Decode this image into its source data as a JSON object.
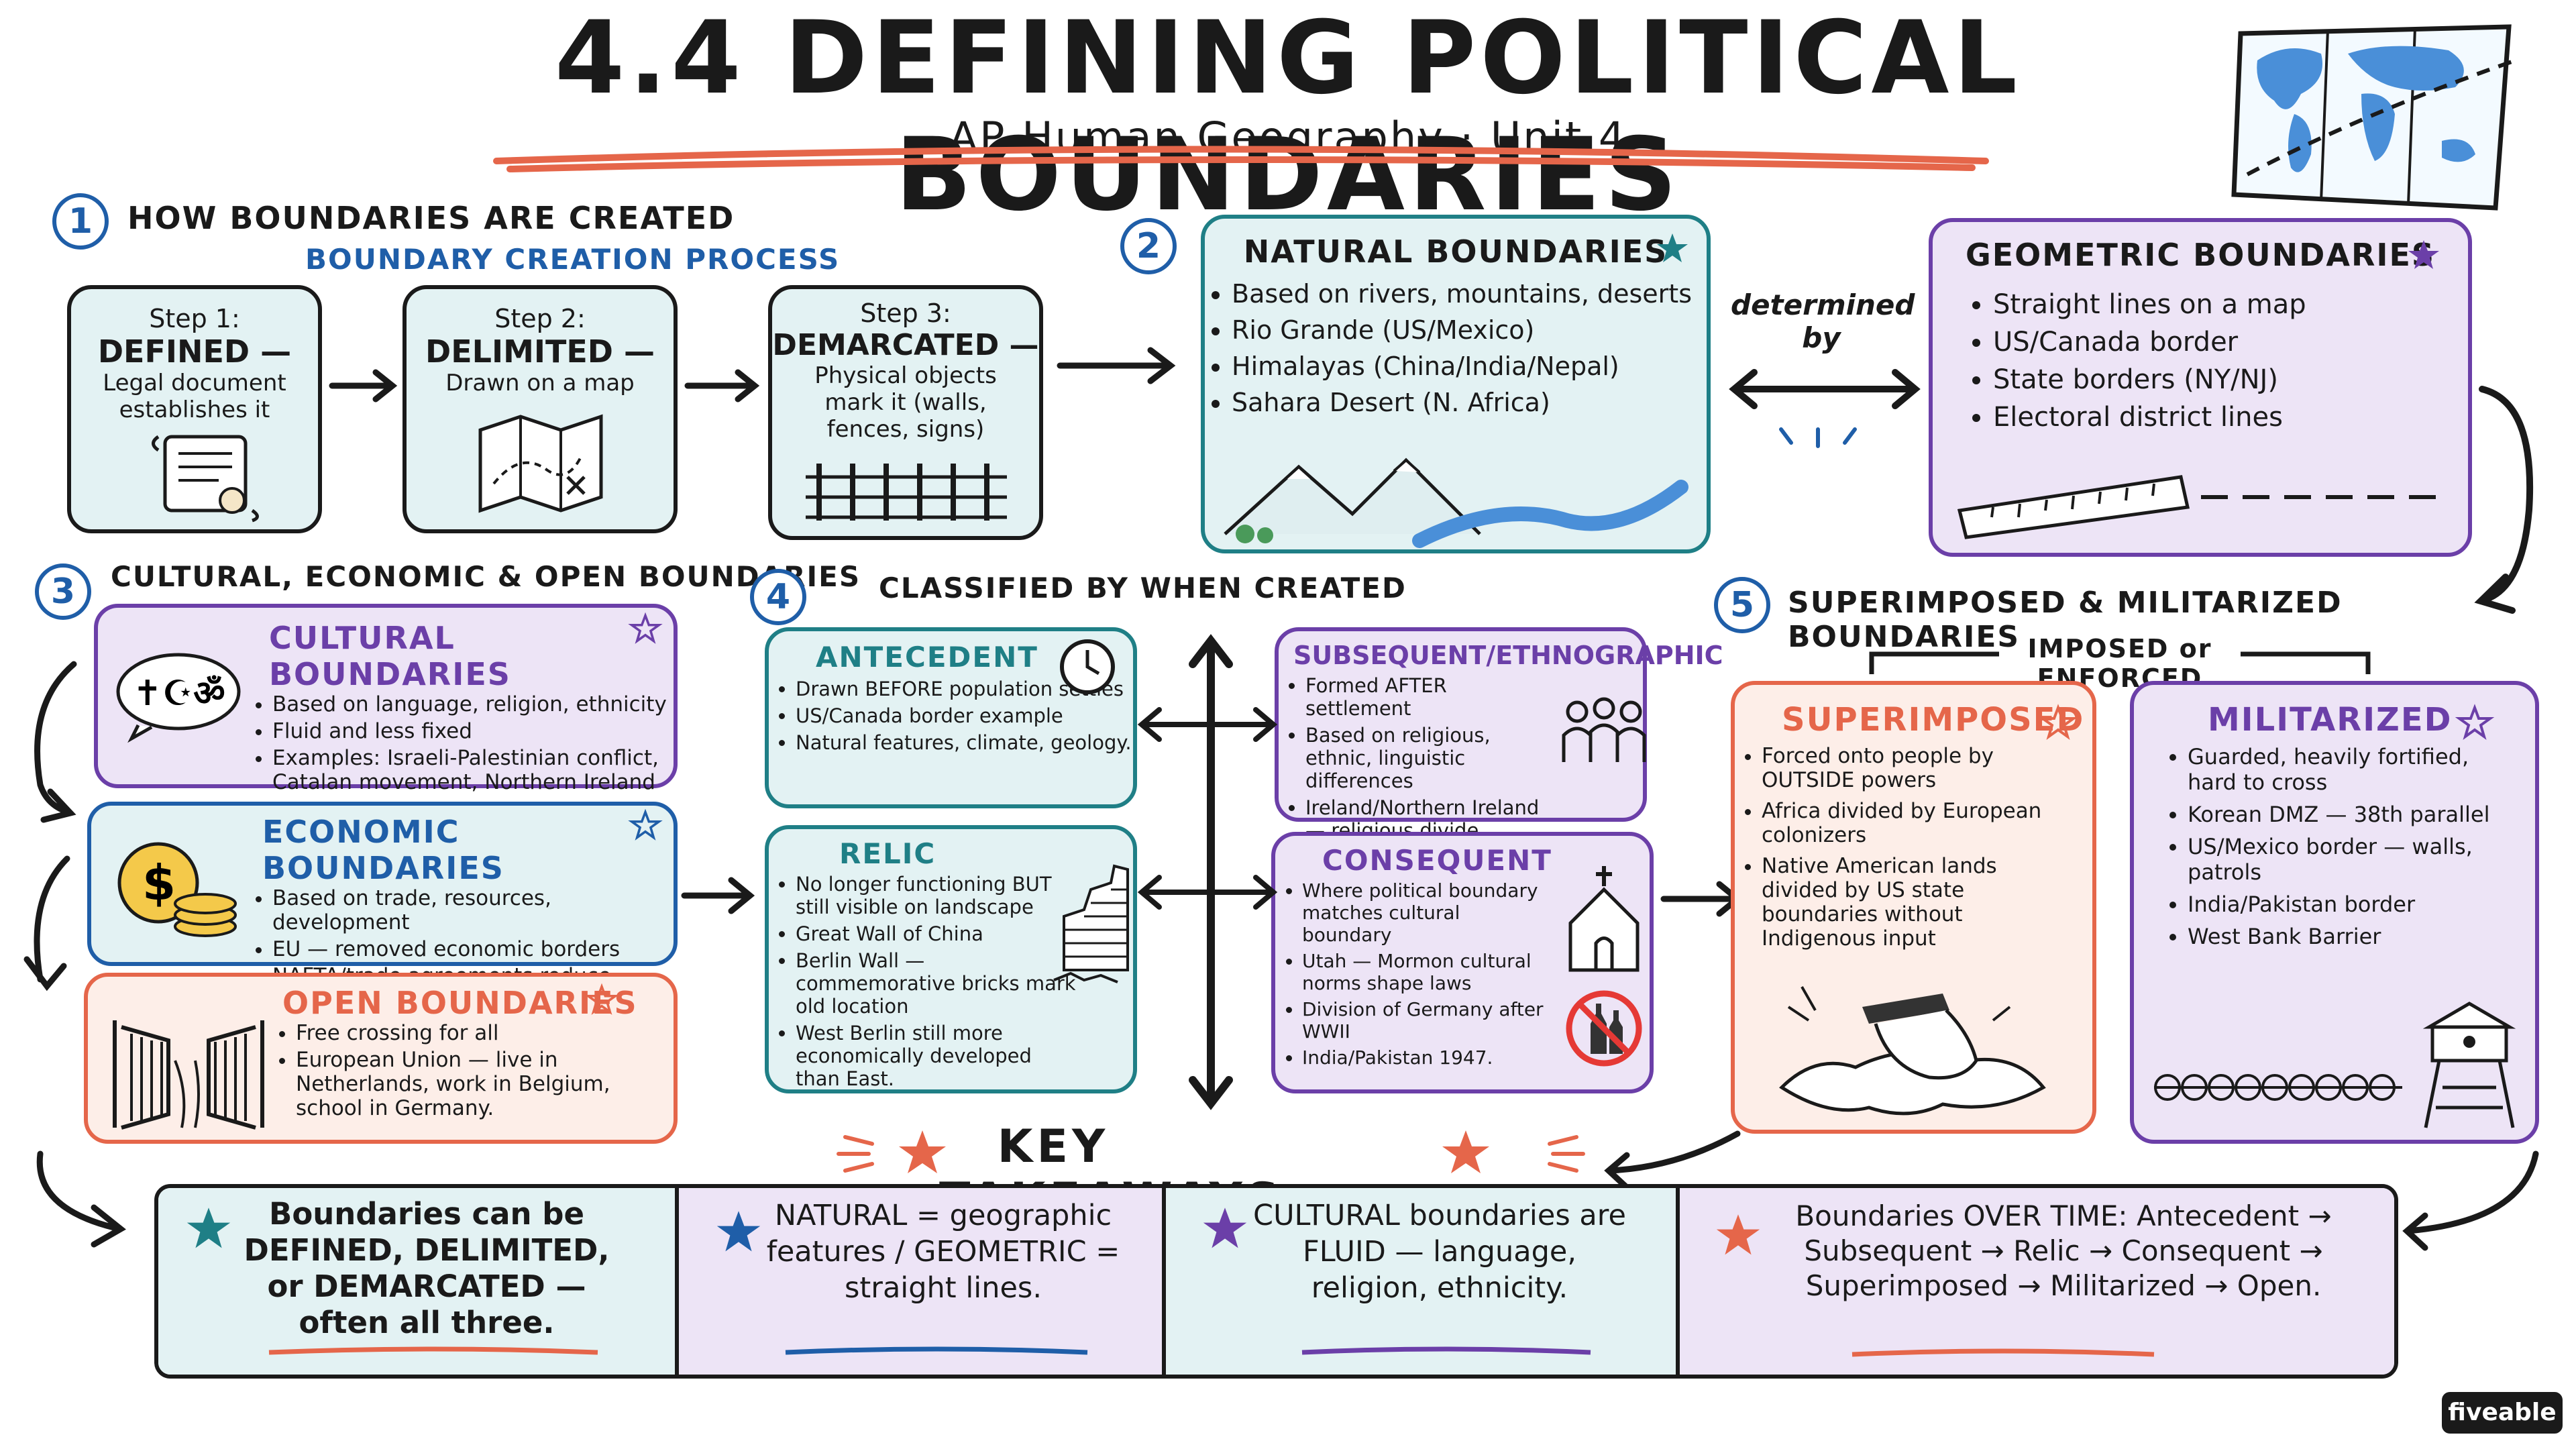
{
  "header": {
    "title": "4.4 DEFINING POLITICAL BOUNDARIES",
    "subtitle": "AP Human Geography · Unit 4"
  },
  "section1": {
    "num": "1",
    "title": "HOW BOUNDARIES ARE CREATED",
    "subtitle": "BOUNDARY CREATION PROCESS",
    "steps": [
      {
        "label": "Step 1:",
        "name": "DEFINED —",
        "desc": "Legal document establishes it"
      },
      {
        "label": "Step 2:",
        "name": "DELIMITED —",
        "desc": "Drawn on a map"
      },
      {
        "label": "Step 3:",
        "name": "DEMARCATED —",
        "desc": "Physical objects mark it (walls, fences, signs)"
      }
    ]
  },
  "section2": {
    "num": "2",
    "natural": {
      "title": "NATURAL BOUNDARIES",
      "items": [
        "Based on rivers, mountains, deserts",
        "Rio Grande (US/Mexico)",
        "Himalayas (China/India/Nepal)",
        "Sahara Desert (N. Africa)"
      ]
    },
    "connector": "determined by",
    "geometric": {
      "title": "GEOMETRIC BOUNDARIES",
      "items": [
        "Straight lines on a map",
        "US/Canada border",
        "State borders (NY/NJ)",
        "Electoral district lines"
      ]
    }
  },
  "section3": {
    "num": "3",
    "title": "CULTURAL, ECONOMIC & OPEN BOUNDARIES",
    "cultural": {
      "title": "CULTURAL BOUNDARIES",
      "items": [
        "Based on language, religion, ethnicity",
        "Fluid and less fixed",
        "Examples: Israeli-Palestinian conflict, Catalan movement, Northern Ireland"
      ]
    },
    "economic": {
      "title": "ECONOMIC BOUNDARIES",
      "items": [
        "Based on trade, resources, development",
        "EU — removed economic borders",
        "NAFTA/trade agreements reduce barriers"
      ]
    },
    "open": {
      "title": "OPEN BOUNDARIES",
      "items": [
        "Free crossing for all",
        "European Union — live in Netherlands, work in Belgium, school in Germany."
      ]
    }
  },
  "section4": {
    "num": "4",
    "title": "CLASSIFIED BY WHEN CREATED",
    "antecedent": {
      "title": "ANTECEDENT",
      "items": [
        "Drawn BEFORE population settles",
        "US/Canada border example",
        "Natural features, climate, geology."
      ]
    },
    "subsequent": {
      "title": "SUBSEQUENT/ETHNOGRAPHIC",
      "items": [
        "Formed AFTER settlement",
        "Based on religious, ethnic, linguistic differences",
        "Ireland/Northern Ireland — religious divide"
      ]
    },
    "relic": {
      "title": "RELIC",
      "items": [
        "No longer functioning BUT still visible on landscape",
        "Great Wall of China",
        "Berlin Wall — commemorative bricks mark old location",
        "West Berlin still more economically developed than East."
      ]
    },
    "consequent": {
      "title": "CONSEQUENT",
      "items": [
        "Where political boundary matches cultural boundary",
        "Utah — Mormon cultural norms shape laws",
        "Division of Germany after WWII",
        "India/Pakistan 1947."
      ]
    }
  },
  "section5": {
    "num": "5",
    "title": "SUPERIMPOSED & MILITARIZED BOUNDARIES",
    "bracket_label": "IMPOSED or ENFORCED",
    "superimposed": {
      "title": "SUPERIMPOSED",
      "items": [
        "Forced onto people by OUTSIDE powers",
        "Africa divided by European colonizers",
        "Native American lands divided by US state boundaries without Indigenous input"
      ]
    },
    "militarized": {
      "title": "MILITARIZED",
      "items": [
        "Guarded, heavily fortified, hard to cross",
        "Korean DMZ — 38th parallel",
        "US/Mexico border — walls, patrols",
        "India/Pakistan border",
        "West Bank Barrier"
      ]
    }
  },
  "takeaways": {
    "title": "KEY TAKEAWAYS",
    "cells": [
      {
        "text": "Boundaries can be DEFINED, DELIMITED, or DEMARCATED — often all three.",
        "star_color": "#1f7f86"
      },
      {
        "text": "NATURAL = geographic features / GEOMETRIC = straight lines.",
        "star_color": "#1f5ea8"
      },
      {
        "text": "CULTURAL boundaries are FLUID — language, religion, ethnicity.",
        "star_color": "#6b3fa8"
      },
      {
        "text": "Boundaries OVER TIME: Antecedent → Subsequent → Relic → Consequent → Superimposed → Militarized → Open.",
        "star_color": "#e5664a"
      }
    ]
  },
  "brand": {
    "logo": "fiveable"
  },
  "icons": {
    "scroll": "scroll-icon",
    "map": "map-icon",
    "fence": "fence-icon",
    "mountains": "mountains-river-icon",
    "ruler": "ruler-icon",
    "religion": "religious-symbols-icon",
    "coins": "coins-icon",
    "gate": "open-gate-icon",
    "clock": "clock-icon",
    "people": "people-icon",
    "wall": "crumbling-wall-icon",
    "church": "church-icon",
    "no-alcohol": "no-alcohol-icon",
    "hand": "hand-on-map-icon",
    "tower": "watchtower-icon",
    "world": "world-map-icon"
  }
}
